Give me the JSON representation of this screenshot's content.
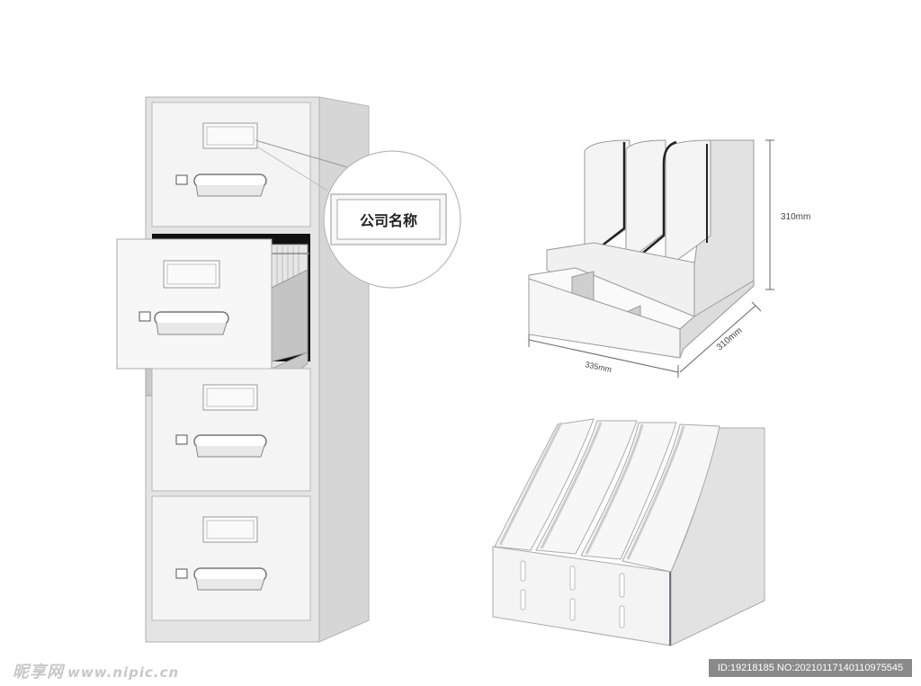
{
  "cabinet": {
    "company_name_label": "公司名称"
  },
  "organizer": {
    "height_label": "310mm",
    "width_label": "335mm",
    "depth_label": "310mm"
  },
  "watermark": {
    "site_name": "昵享网",
    "site_url": "www.nipic.cn"
  },
  "image_id": "ID:19218185 NO:20210117140110975545",
  "colors": {
    "cabinet_face": "#f2f2f2",
    "cabinet_side": "#d4d4d4",
    "outline": "#9a9a9a",
    "dark_line": "#222222"
  }
}
